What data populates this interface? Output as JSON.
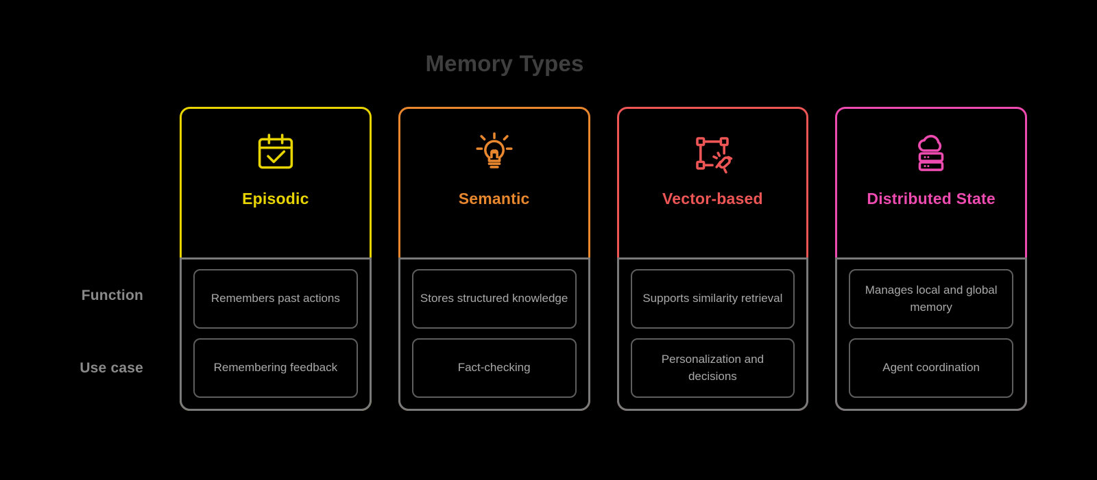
{
  "title": "Memory Types",
  "row_labels": {
    "function": "Function",
    "use_case": "Use case"
  },
  "colors": {
    "background": "#000000",
    "title": "#3f3f3f",
    "row_label": "#8a8a8a",
    "cell_text": "#a9a9a9",
    "cell_border": "#5e5e5e",
    "body_border": "#7a7a7a"
  },
  "columns": [
    {
      "id": "episodic",
      "title": "Episodic",
      "accent": "#E8D400",
      "icon": "calendar-check-icon",
      "function": "Remembers past actions",
      "use_case": "Remembering feedback"
    },
    {
      "id": "semantic",
      "title": "Semantic",
      "accent": "#E8872E",
      "icon": "lightbulb-icon",
      "function": "Stores structured knowledge",
      "use_case": "Fact-checking"
    },
    {
      "id": "vector-based",
      "title": "Vector-based",
      "accent": "#EE5656",
      "icon": "vector-nodes-icon",
      "function": "Supports similarity retrieval",
      "use_case": "Personalization and decisions"
    },
    {
      "id": "distributed-state",
      "title": "Distributed State",
      "accent": "#EE4BB0",
      "icon": "cloud-server-icon",
      "function": "Manages local and global memory",
      "use_case": "Agent coordination"
    }
  ]
}
